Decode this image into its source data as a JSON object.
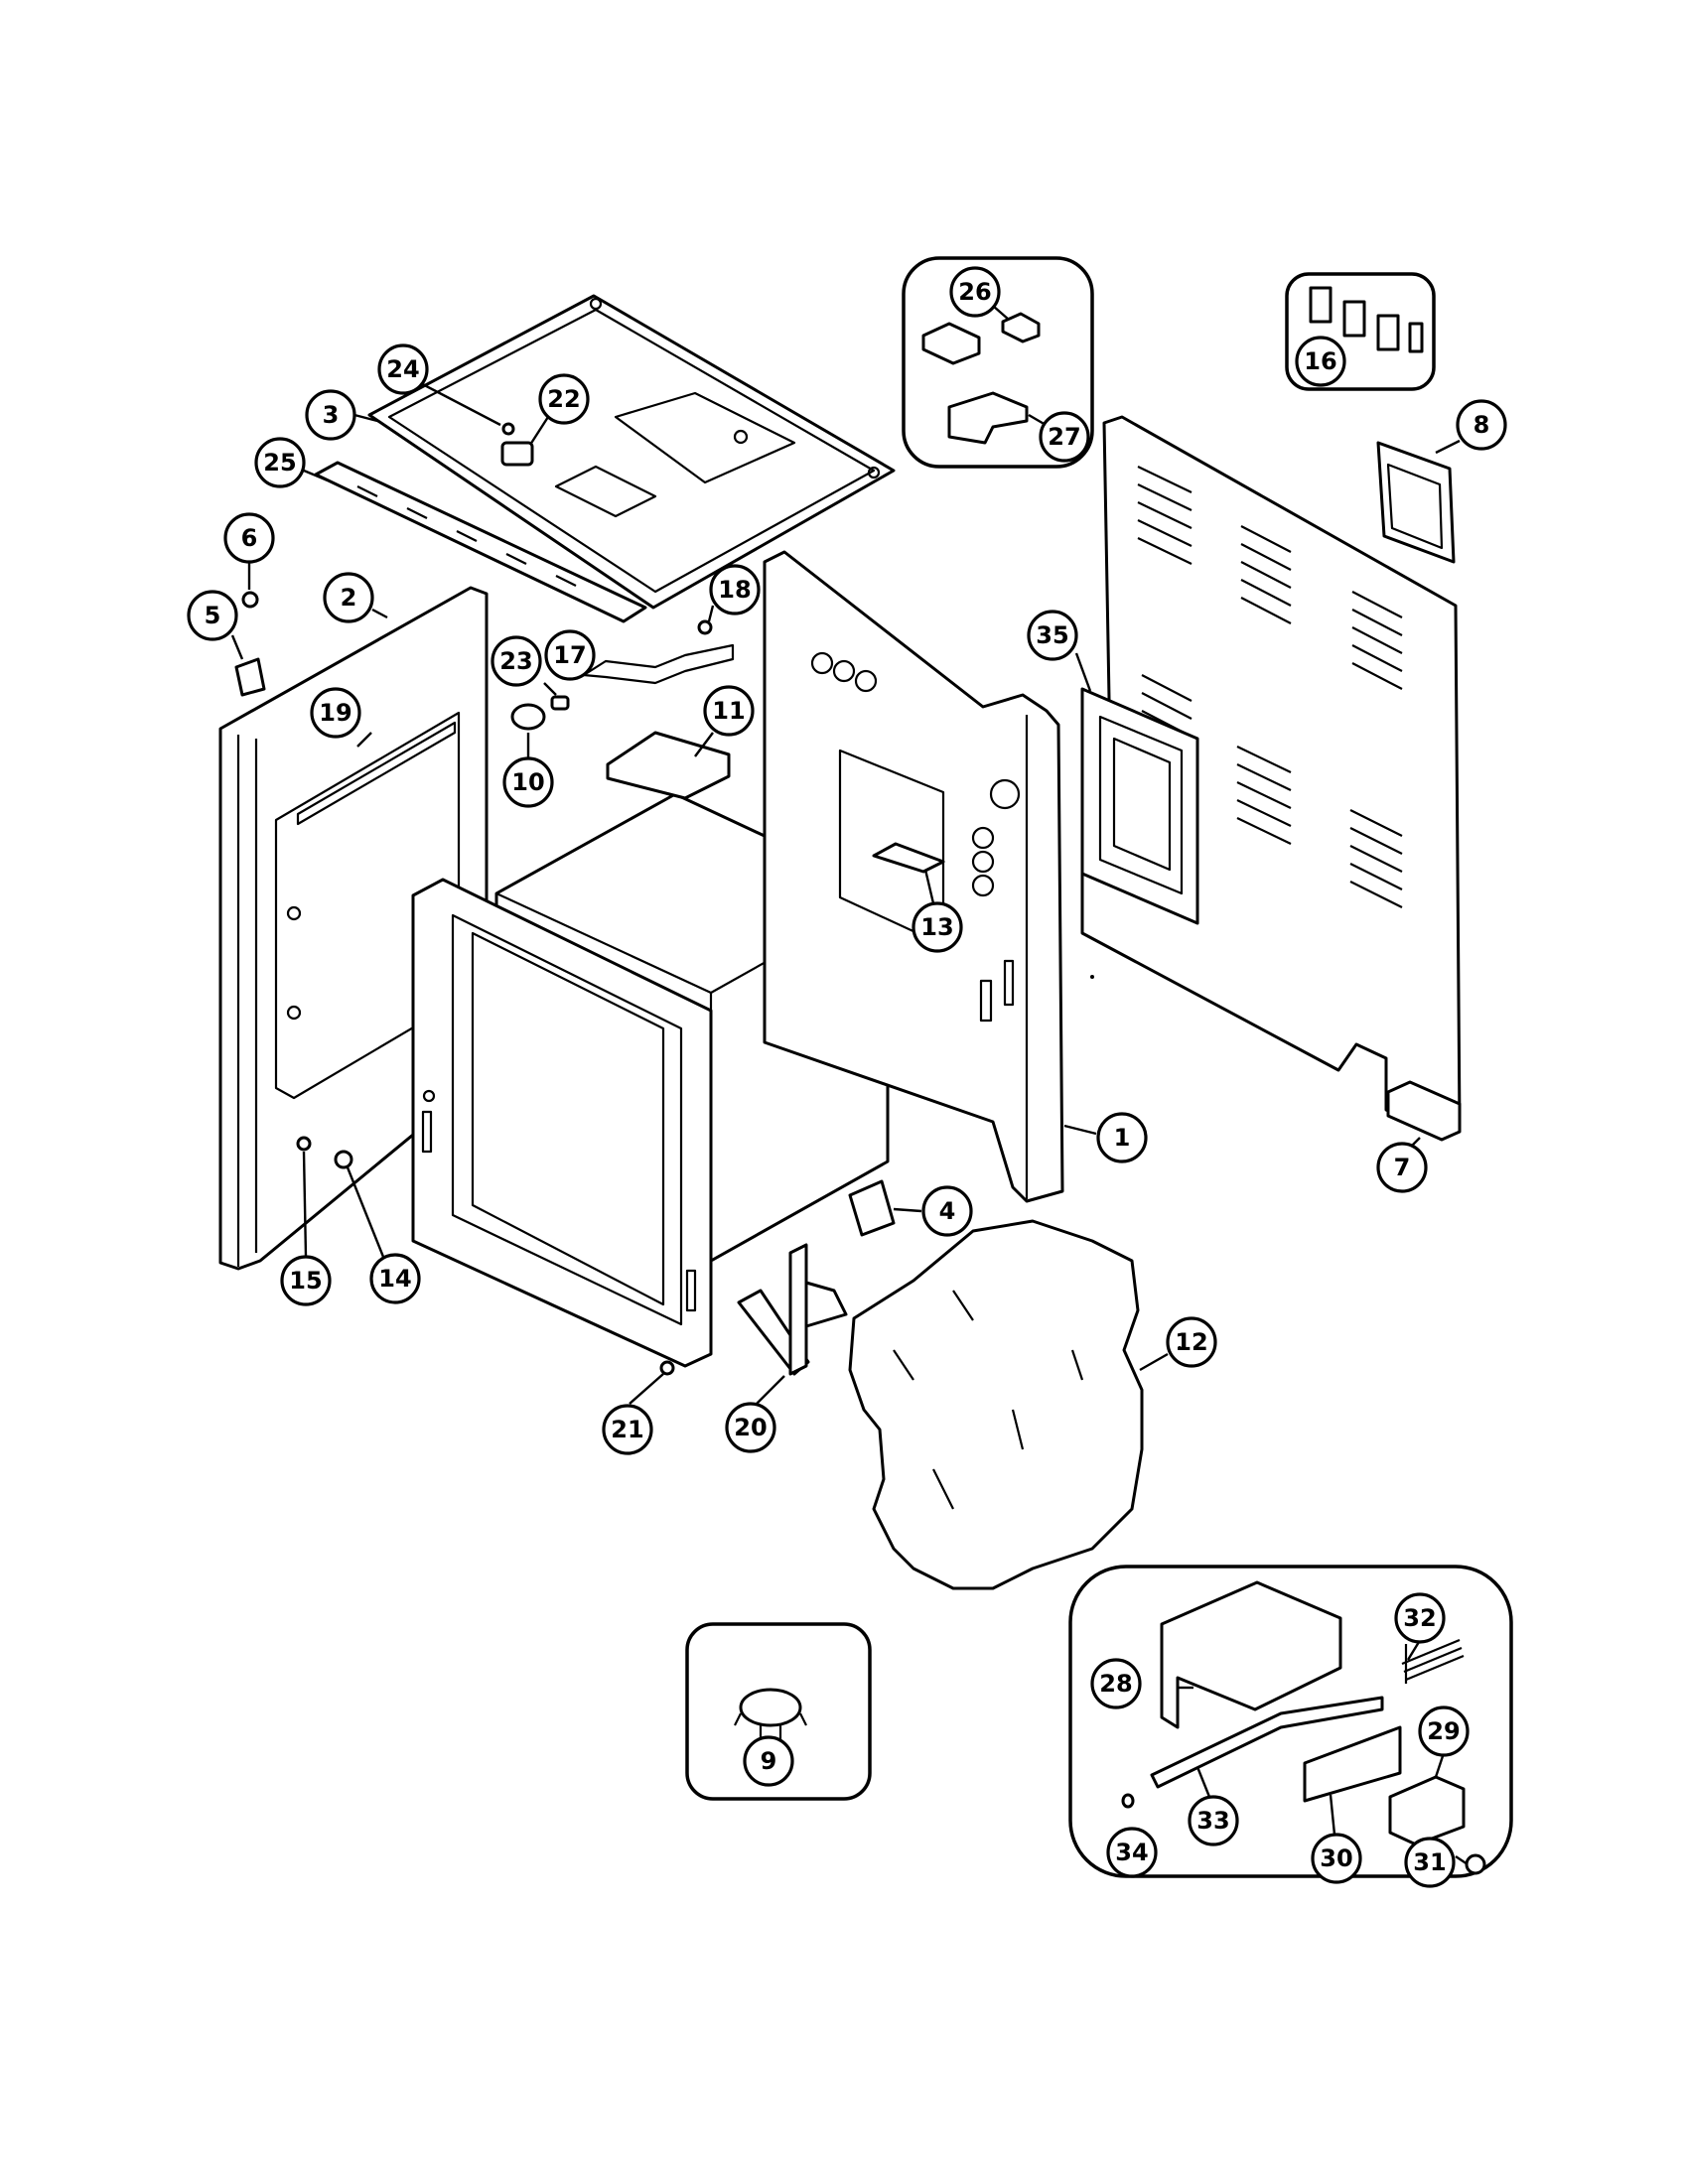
{
  "callouts": [
    {
      "id": "c1",
      "label": "1"
    },
    {
      "id": "c2",
      "label": "2"
    },
    {
      "id": "c3",
      "label": "3"
    },
    {
      "id": "c4",
      "label": "4"
    },
    {
      "id": "c5",
      "label": "5"
    },
    {
      "id": "c6",
      "label": "6"
    },
    {
      "id": "c7",
      "label": "7"
    },
    {
      "id": "c8",
      "label": "8"
    },
    {
      "id": "c9",
      "label": "9"
    },
    {
      "id": "c10",
      "label": "10"
    },
    {
      "id": "c11",
      "label": "11"
    },
    {
      "id": "c12",
      "label": "12"
    },
    {
      "id": "c13",
      "label": "13"
    },
    {
      "id": "c14",
      "label": "14"
    },
    {
      "id": "c15",
      "label": "15"
    },
    {
      "id": "c16",
      "label": "16"
    },
    {
      "id": "c17",
      "label": "17"
    },
    {
      "id": "c18",
      "label": "18"
    },
    {
      "id": "c19",
      "label": "19"
    },
    {
      "id": "c20",
      "label": "20"
    },
    {
      "id": "c21",
      "label": "21"
    },
    {
      "id": "c22",
      "label": "22"
    },
    {
      "id": "c23",
      "label": "23"
    },
    {
      "id": "c24",
      "label": "24"
    },
    {
      "id": "c25",
      "label": "25"
    },
    {
      "id": "c26",
      "label": "26"
    },
    {
      "id": "c27",
      "label": "27"
    },
    {
      "id": "c28",
      "label": "28"
    },
    {
      "id": "c29",
      "label": "29"
    },
    {
      "id": "c30",
      "label": "30"
    },
    {
      "id": "c31",
      "label": "31"
    },
    {
      "id": "c32",
      "label": "32"
    },
    {
      "id": "c33",
      "label": "33"
    },
    {
      "id": "c34",
      "label": "34"
    },
    {
      "id": "c35",
      "label": "35"
    }
  ]
}
